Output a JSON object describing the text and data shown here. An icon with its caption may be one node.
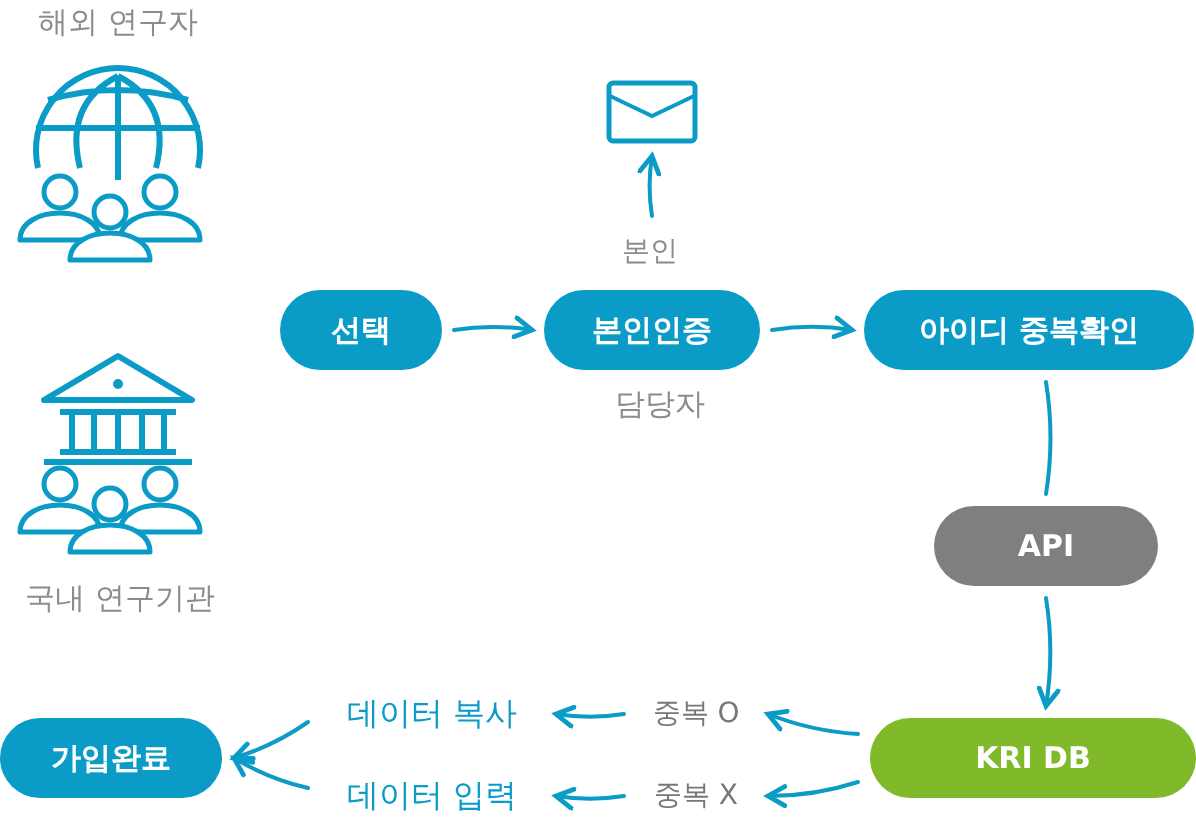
{
  "diagram": {
    "nodes": [
      {
        "text": [
          "선택"
        ]
      },
      {
        "text": [
          "본인인증"
        ],
        "beside": [
          "담당자"
        ]
      },
      {
        "text": [
          "본인"
        ]
      },
      {
        "text": [],
        "shape": "envelope"
      },
      {
        "text": [
          "아이디 중복확인"
        ]
      },
      {
        "text": [
          "API"
        ]
      },
      {
        "text": [
          "KRI DB"
        ]
      },
      {
        "text": [
          "중복 O"
        ]
      },
      {
        "text": [
          "중복 X"
        ]
      },
      {
        "text": [
          "데이터 복사"
        ]
      },
      {
        "text": [
          "데이터 입력"
        ]
      },
      {
        "text": [
          "가입완료"
        ]
      }
    ],
    "edges": [
      {
        "from": 0,
        "to": 1,
        "arrow": "to"
      },
      {
        "from": 2,
        "to": 3,
        "arrow": "to"
      },
      {
        "from": 1,
        "to": 4,
        "arrow": "to"
      },
      {
        "from": 4,
        "to": 5,
        "arrow": "none"
      },
      {
        "from": 5,
        "to": 6,
        "arrow": "to"
      },
      {
        "from": 6,
        "to": 7,
        "arrow": "to"
      },
      {
        "from": 6,
        "to": 8,
        "arrow": "to"
      },
      {
        "from": 7,
        "to": 9,
        "arrow": "to"
      },
      {
        "from": 8,
        "to": 10,
        "arrow": "to"
      },
      {
        "from": 9,
        "to": 11,
        "arrow": "to"
      },
      {
        "from": 10,
        "to": 11,
        "arrow": "to"
      }
    ],
    "labels": [
      "해외 연구자",
      "국내 연구기관"
    ]
  }
}
